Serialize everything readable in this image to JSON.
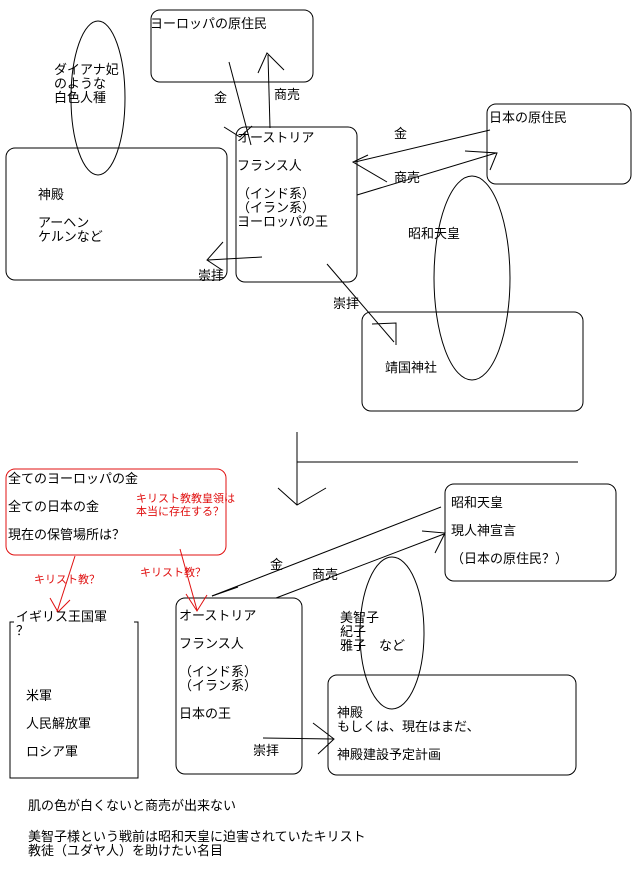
{
  "top": {
    "europe_natives": "ヨーロッパの原住民",
    "diana": "ダイアナ妃\nのような\n白色人種",
    "gold_left": "金",
    "commerce_top": "商売",
    "austria_block": "オーストリア\n\nフランス人\n\n（インド系）\n（イラン系）\nヨーロッパの王",
    "shinden_block": "神殿\n\nアーヘン\nケルンなど",
    "worship_left": "崇拝",
    "japan_natives": "日本の原住民",
    "gold_right": "金",
    "commerce_right": "商売",
    "showa": "昭和天皇",
    "worship_right": "崇拝",
    "yasukuni": "靖国神社"
  },
  "bottom": {
    "gold_box": "全てのヨーロッパの金\n\n全ての日本の金\n\n現在の保管場所は？",
    "vatican_q": "キリスト教教皇領は\n本当に存在する？",
    "christian_q1": "キリスト教？",
    "christian_q2": "キリスト教？",
    "showa_box": "昭和天皇\n\n現人神宣言\n\n（日本の原住民？）",
    "gold": "金",
    "commerce": "商売",
    "british_army": "イギリス王国軍\n？",
    "armies": "米軍\n\n人民解放軍\n\nロシア軍",
    "austria_block": "オーストリア\n\nフランス人\n\n（インド系）\n（イラン系）\n\n日本の王",
    "princesses": "美智子\n紀子\n雅子　など",
    "worship": "崇拝",
    "shinden_box": "神殿\nもしくは、現在はまだ、\n\n神殿建設予定計画",
    "note1": "肌の色が白くないと商売が出来ない",
    "note2": "美智子様という戦前は昭和天皇に迫害されていたキリスト\n教徒（ユダヤ人）を助けたい名目"
  },
  "colors": {
    "ink": "#000000",
    "red": "#e01010"
  }
}
